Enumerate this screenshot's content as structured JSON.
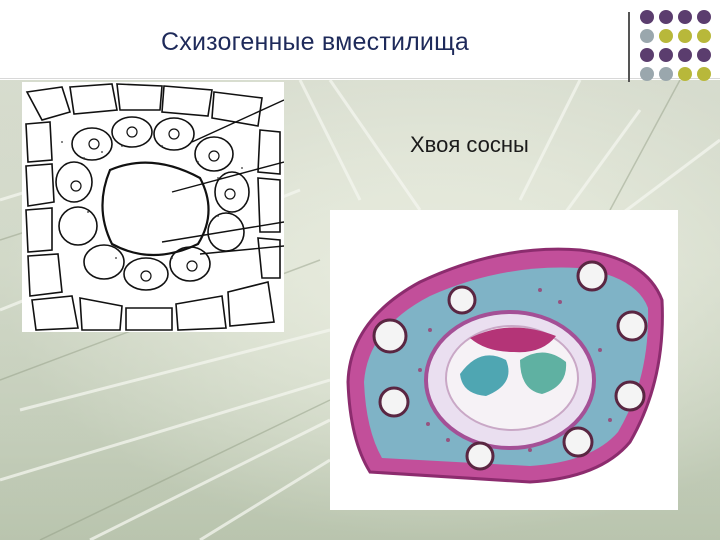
{
  "title": "Схизогенные вместилища",
  "subtitle": "Хвоя сосны",
  "palette": {
    "title": "#1e2a5a",
    "dot_purple": "#5b3d6e",
    "dot_gray": "#9aa7ad",
    "dot_olive": "#b8b83a"
  },
  "figures": {
    "drawing": "resin-duct-drawing",
    "micrograph": "pine-needle-cross-section"
  }
}
